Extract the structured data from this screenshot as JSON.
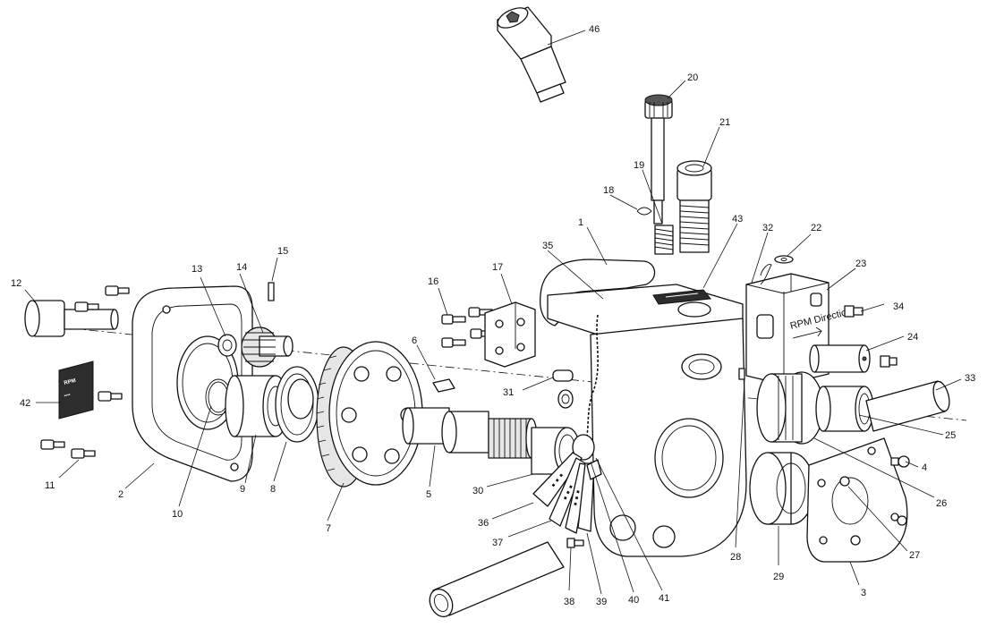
{
  "callouts": [
    {
      "id": "1",
      "label": "1"
    },
    {
      "id": "2",
      "label": "2"
    },
    {
      "id": "3",
      "label": "3"
    },
    {
      "id": "4",
      "label": "4"
    },
    {
      "id": "5",
      "label": "5"
    },
    {
      "id": "6",
      "label": "6"
    },
    {
      "id": "7",
      "label": "7"
    },
    {
      "id": "8",
      "label": "8"
    },
    {
      "id": "9",
      "label": "9"
    },
    {
      "id": "10",
      "label": "10"
    },
    {
      "id": "11",
      "label": "11"
    },
    {
      "id": "12",
      "label": "12"
    },
    {
      "id": "13",
      "label": "13"
    },
    {
      "id": "14",
      "label": "14"
    },
    {
      "id": "15",
      "label": "15"
    },
    {
      "id": "16",
      "label": "16"
    },
    {
      "id": "17",
      "label": "17"
    },
    {
      "id": "18",
      "label": "18"
    },
    {
      "id": "19",
      "label": "19"
    },
    {
      "id": "20",
      "label": "20"
    },
    {
      "id": "21",
      "label": "21"
    },
    {
      "id": "22",
      "label": "22"
    },
    {
      "id": "23",
      "label": "23"
    },
    {
      "id": "24",
      "label": "24"
    },
    {
      "id": "25",
      "label": "25"
    },
    {
      "id": "26",
      "label": "26"
    },
    {
      "id": "27",
      "label": "27"
    },
    {
      "id": "28",
      "label": "28"
    },
    {
      "id": "29",
      "label": "29"
    },
    {
      "id": "30",
      "label": "30"
    },
    {
      "id": "31",
      "label": "31"
    },
    {
      "id": "32",
      "label": "32"
    },
    {
      "id": "33",
      "label": "33"
    },
    {
      "id": "34",
      "label": "34"
    },
    {
      "id": "35",
      "label": "35"
    },
    {
      "id": "36",
      "label": "36"
    },
    {
      "id": "37",
      "label": "37"
    },
    {
      "id": "38",
      "label": "38"
    },
    {
      "id": "39",
      "label": "39"
    },
    {
      "id": "40",
      "label": "40"
    },
    {
      "id": "41",
      "label": "41"
    },
    {
      "id": "42",
      "label": "42"
    },
    {
      "id": "43",
      "label": "43"
    },
    {
      "id": "46",
      "label": "46"
    }
  ],
  "markings": {
    "direction_label": "RPM Direction"
  },
  "colors": {
    "line": "#111111",
    "background": "#ffffff",
    "shade": "#e6e6e6"
  }
}
